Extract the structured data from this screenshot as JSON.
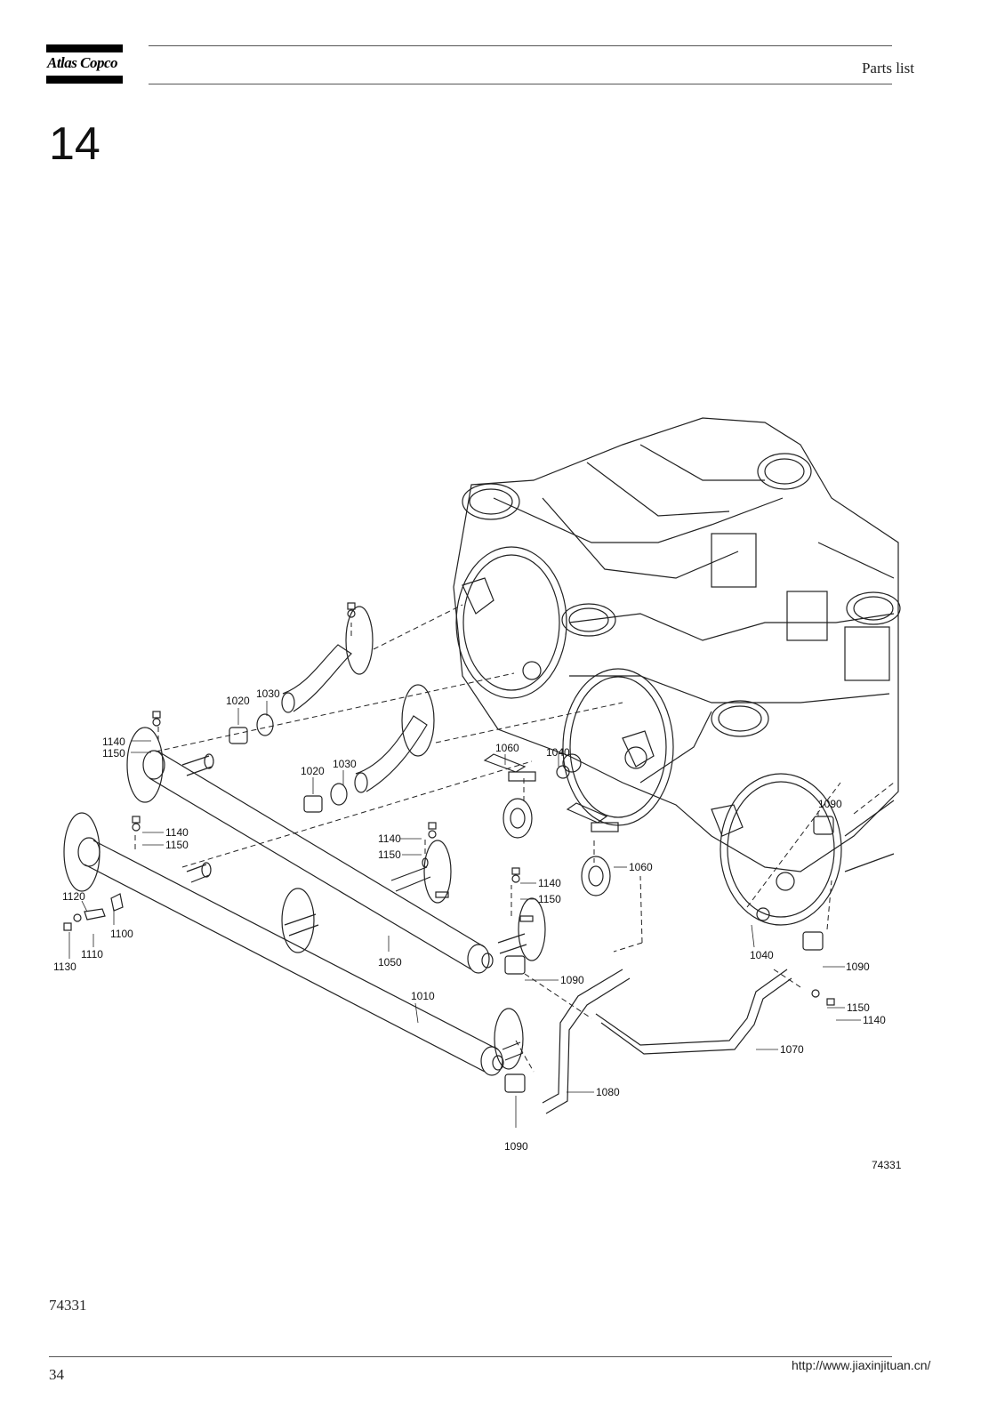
{
  "header": {
    "brand": "Atlas Copco",
    "title": "Parts list"
  },
  "section_number": "14",
  "drawing": {
    "callouts": [
      {
        "id": "c1140a",
        "text": "1140"
      },
      {
        "id": "c1150a",
        "text": "1150"
      },
      {
        "id": "c1020a",
        "text": "1020"
      },
      {
        "id": "c1030a",
        "text": "1030"
      },
      {
        "id": "c1020b",
        "text": "1020"
      },
      {
        "id": "c1030b",
        "text": "1030"
      },
      {
        "id": "c1060a",
        "text": "1060"
      },
      {
        "id": "c1040a",
        "text": "1040"
      },
      {
        "id": "c1090a",
        "text": "1090"
      },
      {
        "id": "c1140b",
        "text": "1140"
      },
      {
        "id": "c1150b",
        "text": "1150"
      },
      {
        "id": "c1140c",
        "text": "1140"
      },
      {
        "id": "c1150c",
        "text": "1150"
      },
      {
        "id": "c1060b",
        "text": "1060"
      },
      {
        "id": "c1140d",
        "text": "1140"
      },
      {
        "id": "c1150d",
        "text": "1150"
      },
      {
        "id": "c1120",
        "text": "1120"
      },
      {
        "id": "c1100",
        "text": "1100"
      },
      {
        "id": "c1110",
        "text": "1110"
      },
      {
        "id": "c1130",
        "text": "1130"
      },
      {
        "id": "c1050",
        "text": "1050"
      },
      {
        "id": "c1040b",
        "text": "1040"
      },
      {
        "id": "c1090b",
        "text": "1090"
      },
      {
        "id": "c1090c",
        "text": "1090"
      },
      {
        "id": "c1010",
        "text": "1010"
      },
      {
        "id": "c1150e",
        "text": "1150"
      },
      {
        "id": "c1140e",
        "text": "1140"
      },
      {
        "id": "c1070",
        "text": "1070"
      },
      {
        "id": "c1080",
        "text": "1080"
      },
      {
        "id": "c1090d",
        "text": "1090"
      }
    ],
    "drawing_number": "74331"
  },
  "footer": {
    "figure_ref": "74331",
    "page_number": "34",
    "url": "http://www.jiaxinjituan.cn/"
  }
}
